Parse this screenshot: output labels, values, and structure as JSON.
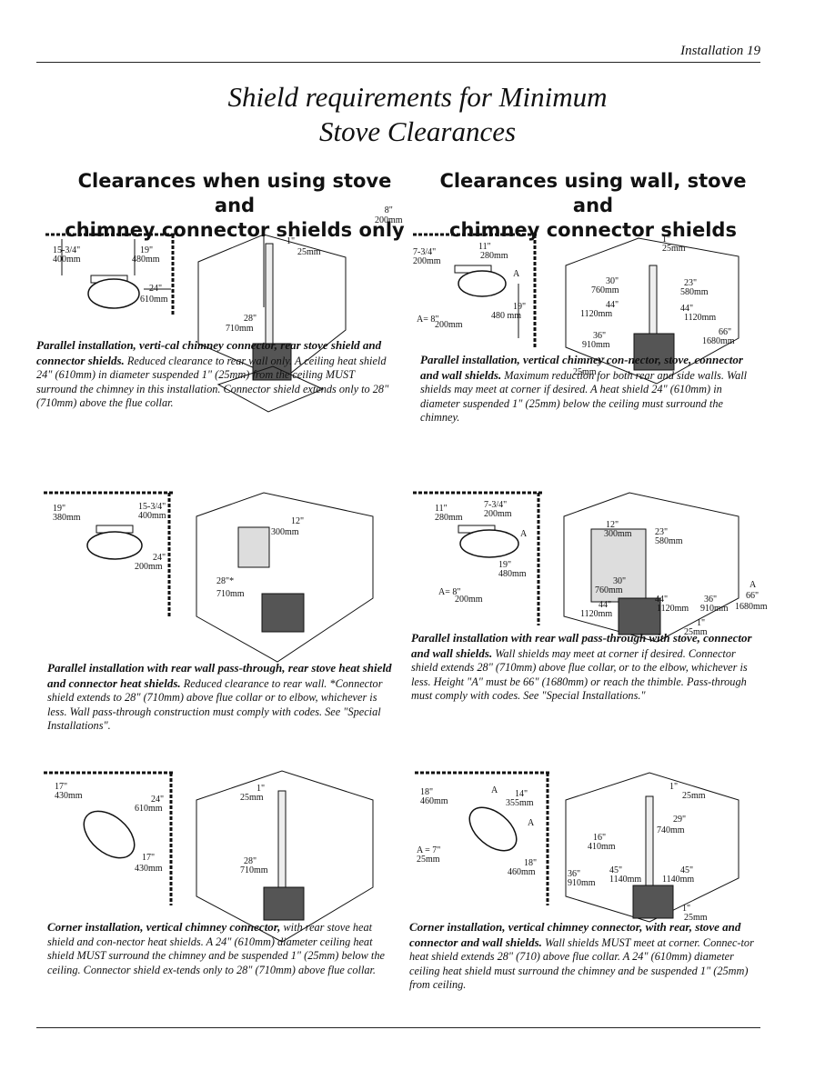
{
  "header": {
    "page_label": "Installation 19"
  },
  "title": {
    "line1": "Shield requirements for Minimum",
    "line2": "Stove Clearances"
  },
  "columns": {
    "left": {
      "line1": "Clearances when using stove and",
      "line2": "chimney connector shields only"
    },
    "right": {
      "line1": "Clearances using wall, stove and",
      "line2": "chimney connector shields"
    }
  },
  "figures": [
    {
      "id": "fig1",
      "labels": [
        "15-3/4\"",
        "400mm",
        "19\"",
        "480mm",
        "24\"",
        "610mm",
        "1\"",
        "25mm",
        "28\"",
        "710mm",
        "8\"",
        "200mm"
      ],
      "caption_bold": "Parallel installation, verti-cal chimney connector, rear stove shield and connector shields.",
      "caption_text": "Reduced clearance to rear wall only. A ceiling heat shield 24\" (610mm) in diameter suspended 1\" (25mm) from the ceiling MUST surround the chimney in this installation. Connector shield extends only to 28\" (710mm) above the flue collar."
    },
    {
      "id": "fig2",
      "labels": [
        "7-3/4\"",
        "200mm",
        "11\"",
        "280mm",
        "A",
        "19\"",
        "480 mm",
        "A= 8\"",
        "200mm",
        "1\"",
        "25mm",
        "30\"",
        "760mm",
        "23\"",
        "580mm",
        "44\"",
        "1120mm",
        "44\"",
        "1120mm",
        "36\"",
        "910mm",
        "66\"",
        "1680mm",
        "1\"",
        "25mm"
      ],
      "caption_bold": "Parallel installation, vertical chimney con-nector, stove, connector and wall shields.",
      "caption_text": "Maximum reduction for both rear and side walls. Wall shields may meet at corner if desired. A heat shield 24\" (610mm) in diameter suspended 1\" (25mm) below the ceiling must surround the chimney."
    },
    {
      "id": "fig3",
      "labels": [
        "19\"",
        "380mm",
        "15-3/4\"",
        "400mm",
        "24\"",
        "200mm",
        "12\"",
        "300mm",
        "28\"*",
        "710mm"
      ],
      "caption_bold": "Parallel installation with rear wall pass-through, rear stove heat shield and connector heat shields.",
      "caption_text": "Reduced clearance to rear wall. *Connector shield extends to 28\" (710mm) above flue collar or to elbow, whichever is less. Wall pass-through construction must comply with codes. See \"Special Installations\"."
    },
    {
      "id": "fig4",
      "labels": [
        "11\"",
        "280mm",
        "7-3/4\"",
        "200mm",
        "A",
        "19\"",
        "480mm",
        "A= 8\"",
        "200mm",
        "12\"",
        "300mm",
        "23\"",
        "580mm",
        "30\"",
        "760mm",
        "44\"",
        "1120mm",
        "44\"",
        "1120mm",
        "36\"",
        "910mm",
        "A",
        "66\"",
        "1680mm",
        "1\"",
        "25mm"
      ],
      "caption_bold": "Parallel installation with rear wall pass-through with stove, connector and wall shields.",
      "caption_text": "Wall shields may meet at corner if desired. Connector shield extends 28\" (710mm) above flue collar, or to the elbow, whichever is less. Height \"A\" must be 66\" (1680mm) or reach the thimble. Pass-through must comply with codes. See \"Special Installations.\""
    },
    {
      "id": "fig5",
      "labels": [
        "17\"",
        "430mm",
        "24\"",
        "610mm",
        "17\"",
        "430mm",
        "1\"",
        "25mm",
        "28\"",
        "710mm"
      ],
      "caption_bold": "Corner installation, vertical chimney connector,",
      "caption_text": "with rear stove heat shield and con-nector heat shields. A 24\" (610mm) diameter ceiling heat shield MUST surround the chimney and be suspended 1\" (25mm) below the ceiling. Connector shield ex-tends only to 28\" (710mm) above flue collar."
    },
    {
      "id": "fig6",
      "labels": [
        "18\"",
        "460mm",
        "A",
        "14\"",
        "355mm",
        "A",
        "A = 7\"",
        "25mm",
        "18\"",
        "460mm",
        "1\"",
        "25mm",
        "29\"",
        "740mm",
        "16\"",
        "410mm",
        "45\"",
        "1140mm",
        "45\"",
        "1140mm",
        "36\"",
        "910mm",
        "1\"",
        "25mm"
      ],
      "caption_bold": "Corner installation, vertical chimney connector, with rear, stove and connector and wall shields.",
      "caption_text": "Wall shields MUST meet at corner. Connec-tor heat shield extends 28\" (710) above flue collar. A 24\" (610mm) diameter ceiling heat shield must surround the chimney and be suspended 1\" (25mm) from ceiling."
    }
  ]
}
